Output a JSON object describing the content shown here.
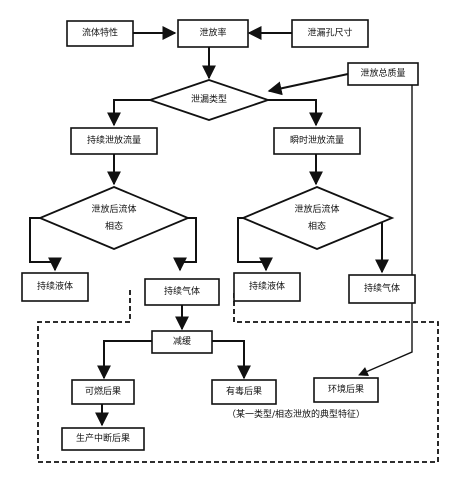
{
  "nodes": {
    "fluid_properties": "流体特性",
    "release_rate": "泄放率",
    "leak_hole_size": "泄漏孔尺寸",
    "total_release_mass": "泄放总质量",
    "leak_type": "泄漏类型",
    "continuous_release_rate": "持续泄放流量",
    "instant_release_rate": "瞬时泄放流量",
    "post_release_phase_left_line1": "泄放后流体",
    "post_release_phase_left_line2": "相态",
    "post_release_phase_right_line1": "泄放后流体",
    "post_release_phase_right_line2": "相态",
    "continuous_liquid_left": "持续液体",
    "continuous_gas_center": "持续气体",
    "continuous_liquid_right": "持续液体",
    "continuous_gas_right": "持续气体",
    "mitigation": "减缓",
    "flammable_consequence": "可燃后果",
    "toxic_consequence": "有毒后果",
    "environmental_consequence": "环境后果",
    "production_interruption_consequence": "生产中断后果"
  },
  "caption": "（某一类型/相态泄放的典型特征）"
}
